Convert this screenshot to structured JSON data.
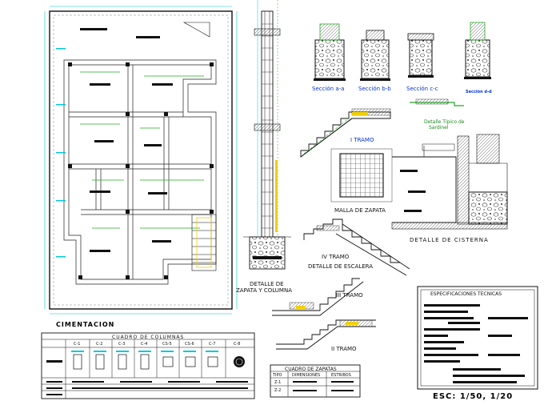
{
  "plan": {
    "title": "CIMENTACION"
  },
  "detail_zapata_columna": {
    "line1": "DETALLE DE",
    "line2": "ZAPATA Y COLUMNA"
  },
  "sections": {
    "a": "Sección a-a",
    "b": "Sección b-b",
    "c": "Sección c-c",
    "d": "Sección d-d"
  },
  "sardinel": {
    "line1": "Detalle Típico de",
    "line2": "Sardinel"
  },
  "stairs": {
    "tramo1_top": "I TRAMO",
    "tramo4": "IV TRAMO",
    "detalle_escalera": "DETALLE DE ESCALERA",
    "tramo3": "III TRAMO",
    "tramo2": "II TRAMO"
  },
  "malla": {
    "label": "MALLA  DE  ZAPATA"
  },
  "cisterna": {
    "label": "DETALLE  DE  CISTERNA"
  },
  "specs": {
    "title": "ESPECIFICACIONES TECNICAS"
  },
  "columns_table": {
    "title": "CUADRO DE COLUMNAS",
    "headers": [
      "C-1",
      "C-2",
      "C-3",
      "C-4",
      "CS-5",
      "CS-6",
      "C-7",
      "C-8"
    ]
  },
  "zapatas_table": {
    "title": "CUADRO DE ZAPATAS",
    "headers": [
      "TIPO",
      "DIMENSIONES",
      "ESTRIBOS"
    ],
    "rows": [
      "Z-1",
      "Z-2"
    ]
  },
  "scale_label": "ESC: 1/50, 1/20",
  "colors": {
    "line": "#111111",
    "cyan": "#00c8d8",
    "green": "#22aa22",
    "blue": "#0033cc",
    "yellow": "#f0d000"
  }
}
